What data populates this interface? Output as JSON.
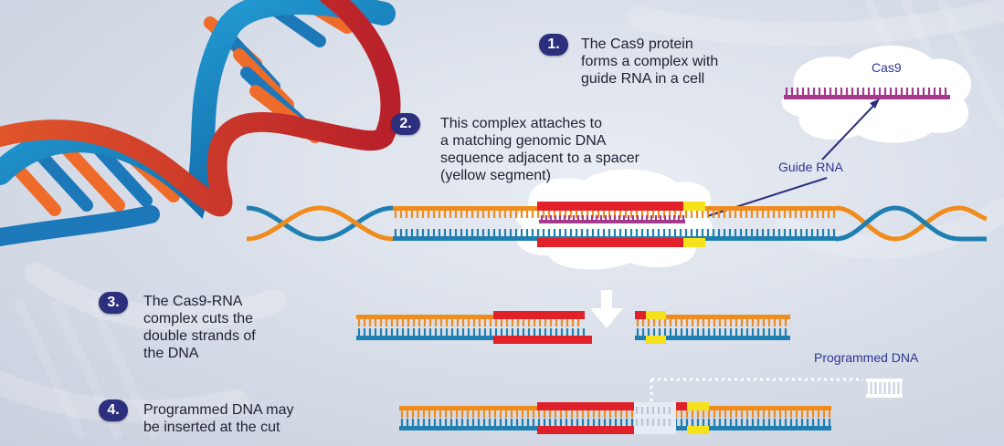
{
  "steps": [
    {
      "number": "1.",
      "text": "The Cas9 protein\nforms a complex with\nguide RNA in a cell"
    },
    {
      "number": "2.",
      "text": "This complex attaches to\na matching genomic DNA\nsequence adjacent to a spacer\n(yellow segment)"
    },
    {
      "number": "3.",
      "text": "The Cas9-RNA\ncomplex cuts the\ndouble strands of\nthe DNA"
    },
    {
      "number": "4.",
      "text": "Programmed DNA may\nbe inserted at the cut"
    }
  ],
  "labels": {
    "cas9": "Cas9",
    "guide_rna": "Guide RNA",
    "programmed_dna": "Programmed DNA"
  },
  "colors": {
    "step_badge": "#2d2f7e",
    "orange_strand": "#f08c1e",
    "blue_strand": "#1f7fb0",
    "target_red": "#e0212a",
    "spacer_yellow": "#f5e21a",
    "guide_rna_purple": "#a33a8c",
    "label_blue": "#2d3592"
  }
}
